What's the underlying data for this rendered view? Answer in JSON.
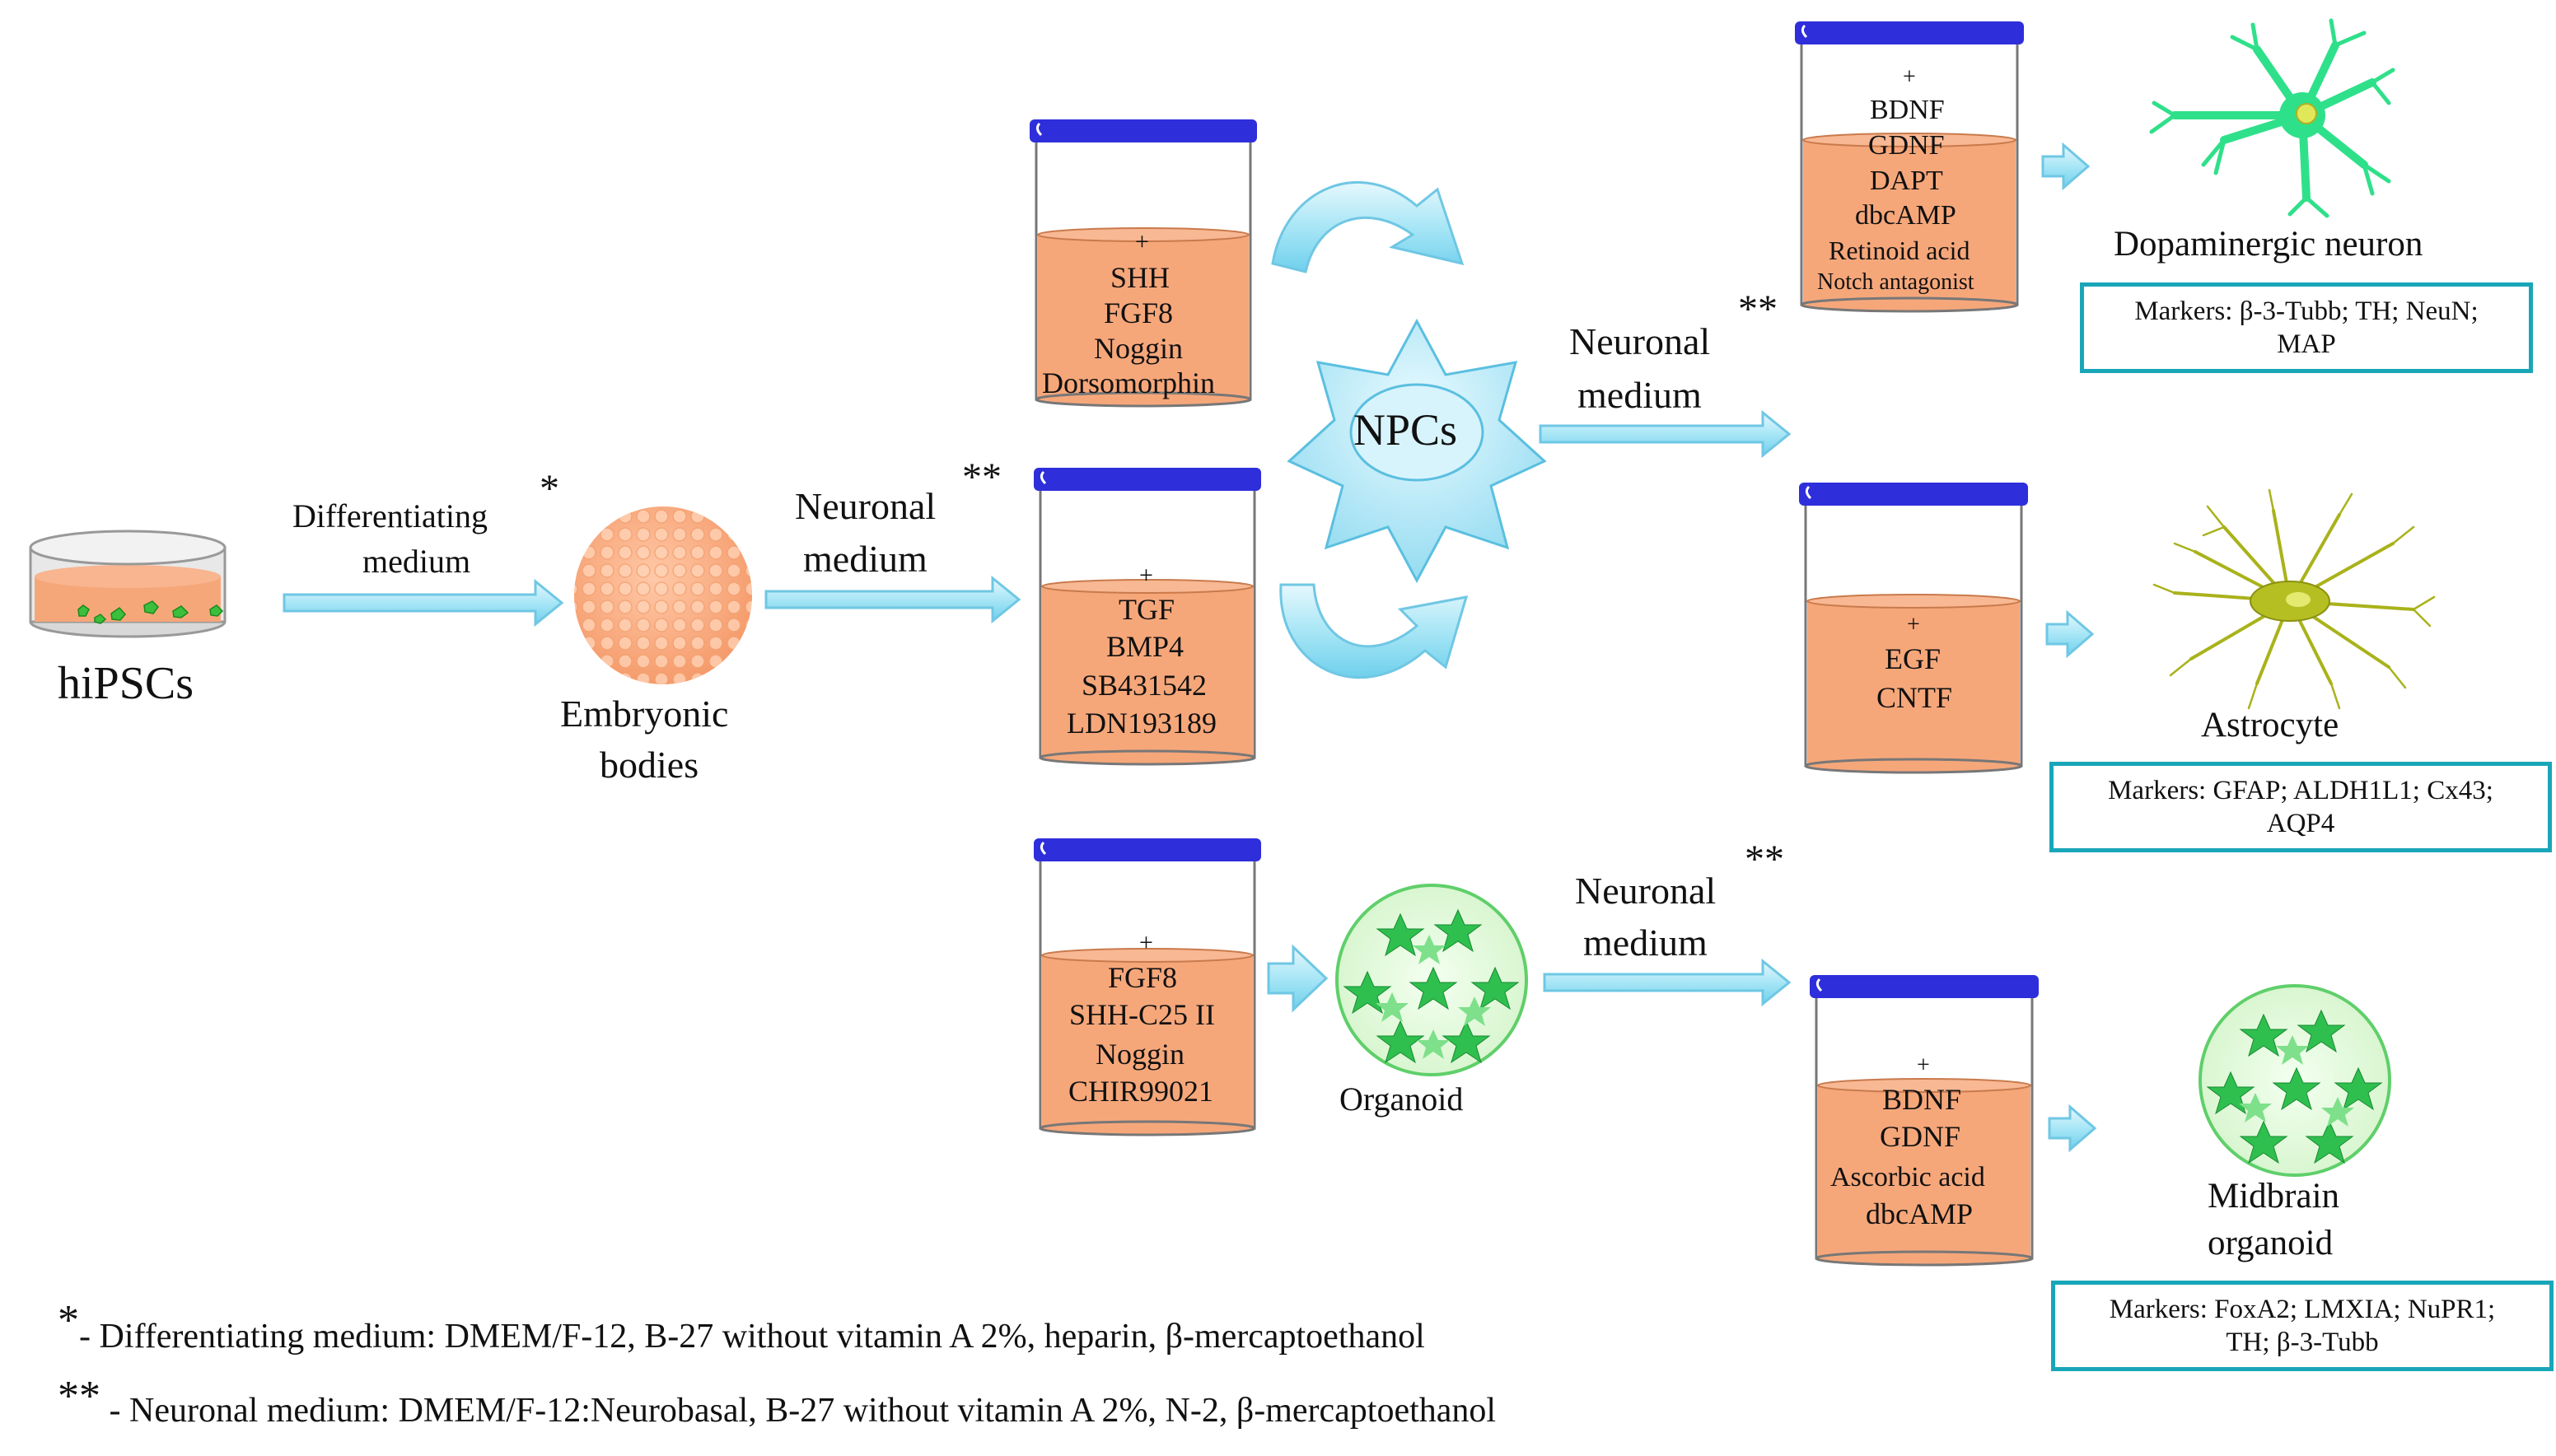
{
  "diagram": {
    "start": {
      "label": "hiPSCs"
    },
    "step1": {
      "medium_label_line1": "Differentiating",
      "medium_label_line2": "medium",
      "marker": "*",
      "result_line1": "Embryonic",
      "result_line2": "bodies"
    },
    "step2": {
      "medium_label_line1": "Neuronal",
      "medium_label_line2": "medium",
      "marker": "**"
    },
    "jar_shh": {
      "plus": "+",
      "items": [
        "SHH",
        "FGF8",
        "Noggin",
        "Dorsomorphin"
      ]
    },
    "jar_tgf": {
      "plus": "+",
      "items": [
        "TGF",
        "BMP4",
        "SB431542",
        "LDN193189"
      ]
    },
    "jar_org": {
      "plus": "+",
      "items": [
        "FGF8",
        "SHH-C25 II",
        "Noggin",
        "CHIR99021"
      ]
    },
    "npc": {
      "label": "NPCs"
    },
    "organoid": {
      "label": "Organoid"
    },
    "step3": {
      "medium_label_line1": "Neuronal",
      "medium_label_line2": "medium",
      "marker": "**"
    },
    "step4": {
      "medium_label_line1": "Neuronal",
      "medium_label_line2": "medium",
      "marker": "**"
    },
    "jar_dopa": {
      "plus": "+",
      "items": [
        "BDNF",
        "GDNF",
        "DAPT",
        "dbcAMP",
        "Retinoid acid",
        "Notch antagonist"
      ]
    },
    "jar_astro": {
      "plus": "+",
      "items": [
        "EGF",
        "CNTF"
      ]
    },
    "jar_mid": {
      "plus": "+",
      "items": [
        "BDNF",
        "GDNF",
        "Ascorbic  acid",
        "dbcAMP"
      ]
    },
    "dopa": {
      "label": "Dopaminergic neuron",
      "markers_line1": "Markers: β-3-Tubb; TH; NeuN;",
      "markers_line2": "MAP"
    },
    "astro": {
      "label": "Astrocyte",
      "markers_line1": "Markers: GFAP; ALDH1L1; Cx43;",
      "markers_line2": "AQP4"
    },
    "midbrain": {
      "label_line1": "Midbrain",
      "label_line2": "organoid",
      "markers_line1": "Markers: FoxA2; LMXIA; NuPR1;",
      "markers_line2": "TH; β-3-Tubb"
    }
  },
  "footnotes": {
    "f1_mark": "*",
    "f1_text": "- Differentiating  medium: DMEM/F-12, B-27 without vitamin A 2%, heparin,  β-mercaptoethanol",
    "f2_mark": "**",
    "f2_text": " - Neuronal medium: DMEM/F-12:Neurobasal, B-27 without vitamin A 2%, N-2, β-mercaptoethanol"
  },
  "colors": {
    "medium": "#f6a77a",
    "lid": "#2e2edb",
    "arrow": "#aeeaf8",
    "box_border": "#19a6b8",
    "neuron": "#2fe08a",
    "astrocyte": "#a9b21a",
    "organoid": "#3cc75a"
  }
}
